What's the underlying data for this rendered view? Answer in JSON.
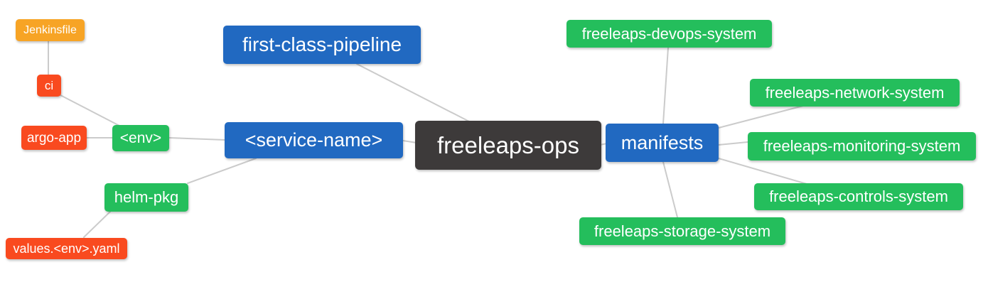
{
  "palette": {
    "blue": "#2169c1",
    "green": "#24be5c",
    "red": "#f94a1f",
    "orange": "#f7a425",
    "root_dark": "#3d3a3a",
    "edge_gray": "#cbcbcb",
    "node_text": "#ffffff",
    "background": "#ffffff"
  },
  "nodes": {
    "root": {
      "label": "freeleaps-ops"
    },
    "first_class_pipeline": {
      "label": "first-class-pipeline"
    },
    "service_name": {
      "label": "<service-name>"
    },
    "env": {
      "label": "<env>"
    },
    "ci": {
      "label": "ci"
    },
    "jenkinsfile": {
      "label": "Jenkinsfile"
    },
    "argo_app": {
      "label": "argo-app"
    },
    "helm_pkg": {
      "label": "helm-pkg"
    },
    "values_env_yaml": {
      "label": "values.<env>.yaml"
    },
    "manifests": {
      "label": "manifests"
    },
    "devops_system": {
      "label": "freeleaps-devops-system"
    },
    "network_system": {
      "label": "freeleaps-network-system"
    },
    "monitoring_system": {
      "label": "freeleaps-monitoring-system"
    },
    "controls_system": {
      "label": "freeleaps-controls-system"
    },
    "storage_system": {
      "label": "freeleaps-storage-system"
    }
  },
  "edges": [
    {
      "from": "jenkinsfile",
      "to": "ci"
    },
    {
      "from": "ci",
      "to": "env"
    },
    {
      "from": "argo_app",
      "to": "env"
    },
    {
      "from": "env",
      "to": "service_name"
    },
    {
      "from": "first_class_pipeline",
      "to": "root"
    },
    {
      "from": "service_name",
      "to": "root"
    },
    {
      "from": "service_name",
      "to": "helm_pkg"
    },
    {
      "from": "helm_pkg",
      "to": "values_env_yaml"
    },
    {
      "from": "root",
      "to": "manifests"
    },
    {
      "from": "manifests",
      "to": "devops_system"
    },
    {
      "from": "manifests",
      "to": "network_system"
    },
    {
      "from": "manifests",
      "to": "monitoring_system"
    },
    {
      "from": "manifests",
      "to": "controls_system"
    },
    {
      "from": "manifests",
      "to": "storage_system"
    }
  ]
}
